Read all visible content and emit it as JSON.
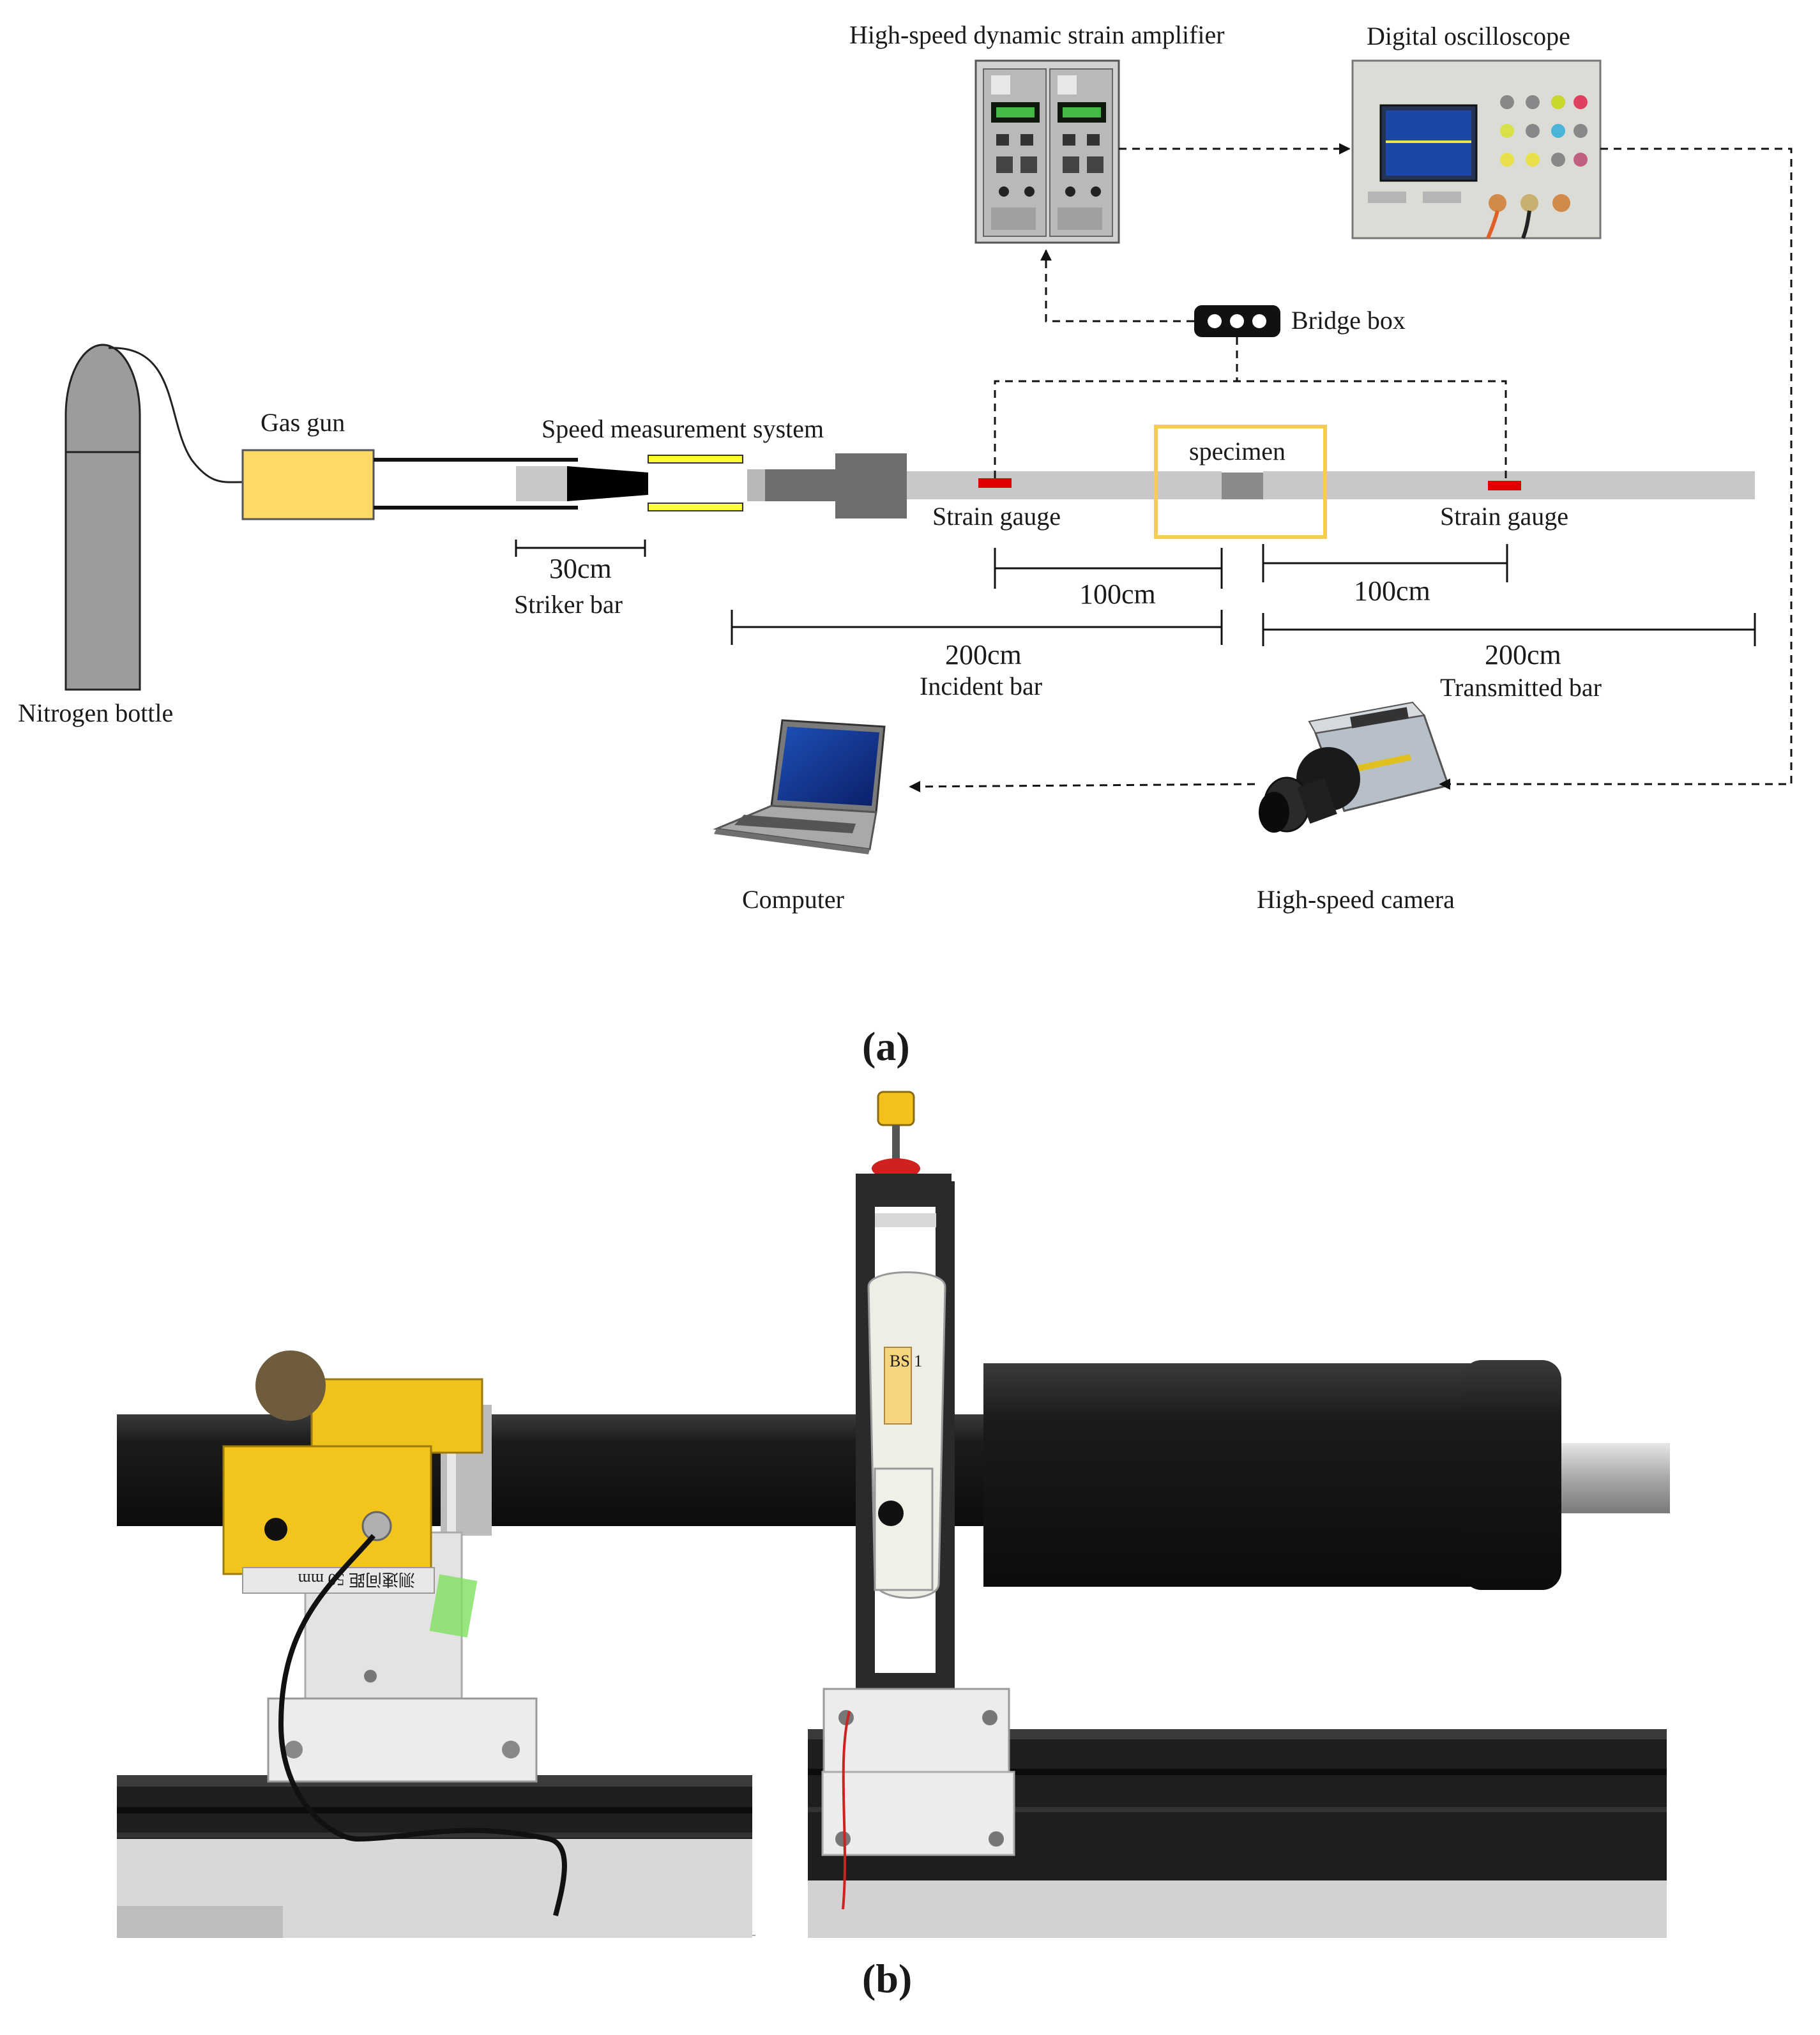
{
  "diagram": {
    "labels": {
      "amplifier": "High-speed dynamic strain amplifier",
      "oscilloscope": "Digital  oscilloscope",
      "bridge_box": "Bridge box",
      "gas_gun": "Gas gun",
      "speed_system": "Speed measurement  system",
      "specimen": "specimen",
      "strain_gauge_left": "Strain gauge",
      "strain_gauge_right": "Strain gauge",
      "nitrogen_bottle": "Nitrogen bottle",
      "striker_length": "30cm",
      "striker_bar": "Striker bar",
      "gauge_dist_left": "100cm",
      "gauge_dist_right": "100cm",
      "incident_length": "200cm",
      "incident_bar": "Incident bar",
      "transmitted_length": "200cm",
      "transmitted_bar": "Transmitted bar",
      "computer": "Computer",
      "camera": "High-speed camera"
    },
    "caption_a": "(a)",
    "caption_b": "(b)",
    "colors": {
      "bar": "#c8c8c8",
      "gun": "#ffd966",
      "specimen_box": "#f5cc55",
      "gauge": "#e00000",
      "speed_sensor": "#ffff33",
      "bottle": "#9c9c9c"
    }
  },
  "photo": {
    "sensor_plate_text": "测速间距 50 mm",
    "clamp_tag": "BS 1"
  }
}
